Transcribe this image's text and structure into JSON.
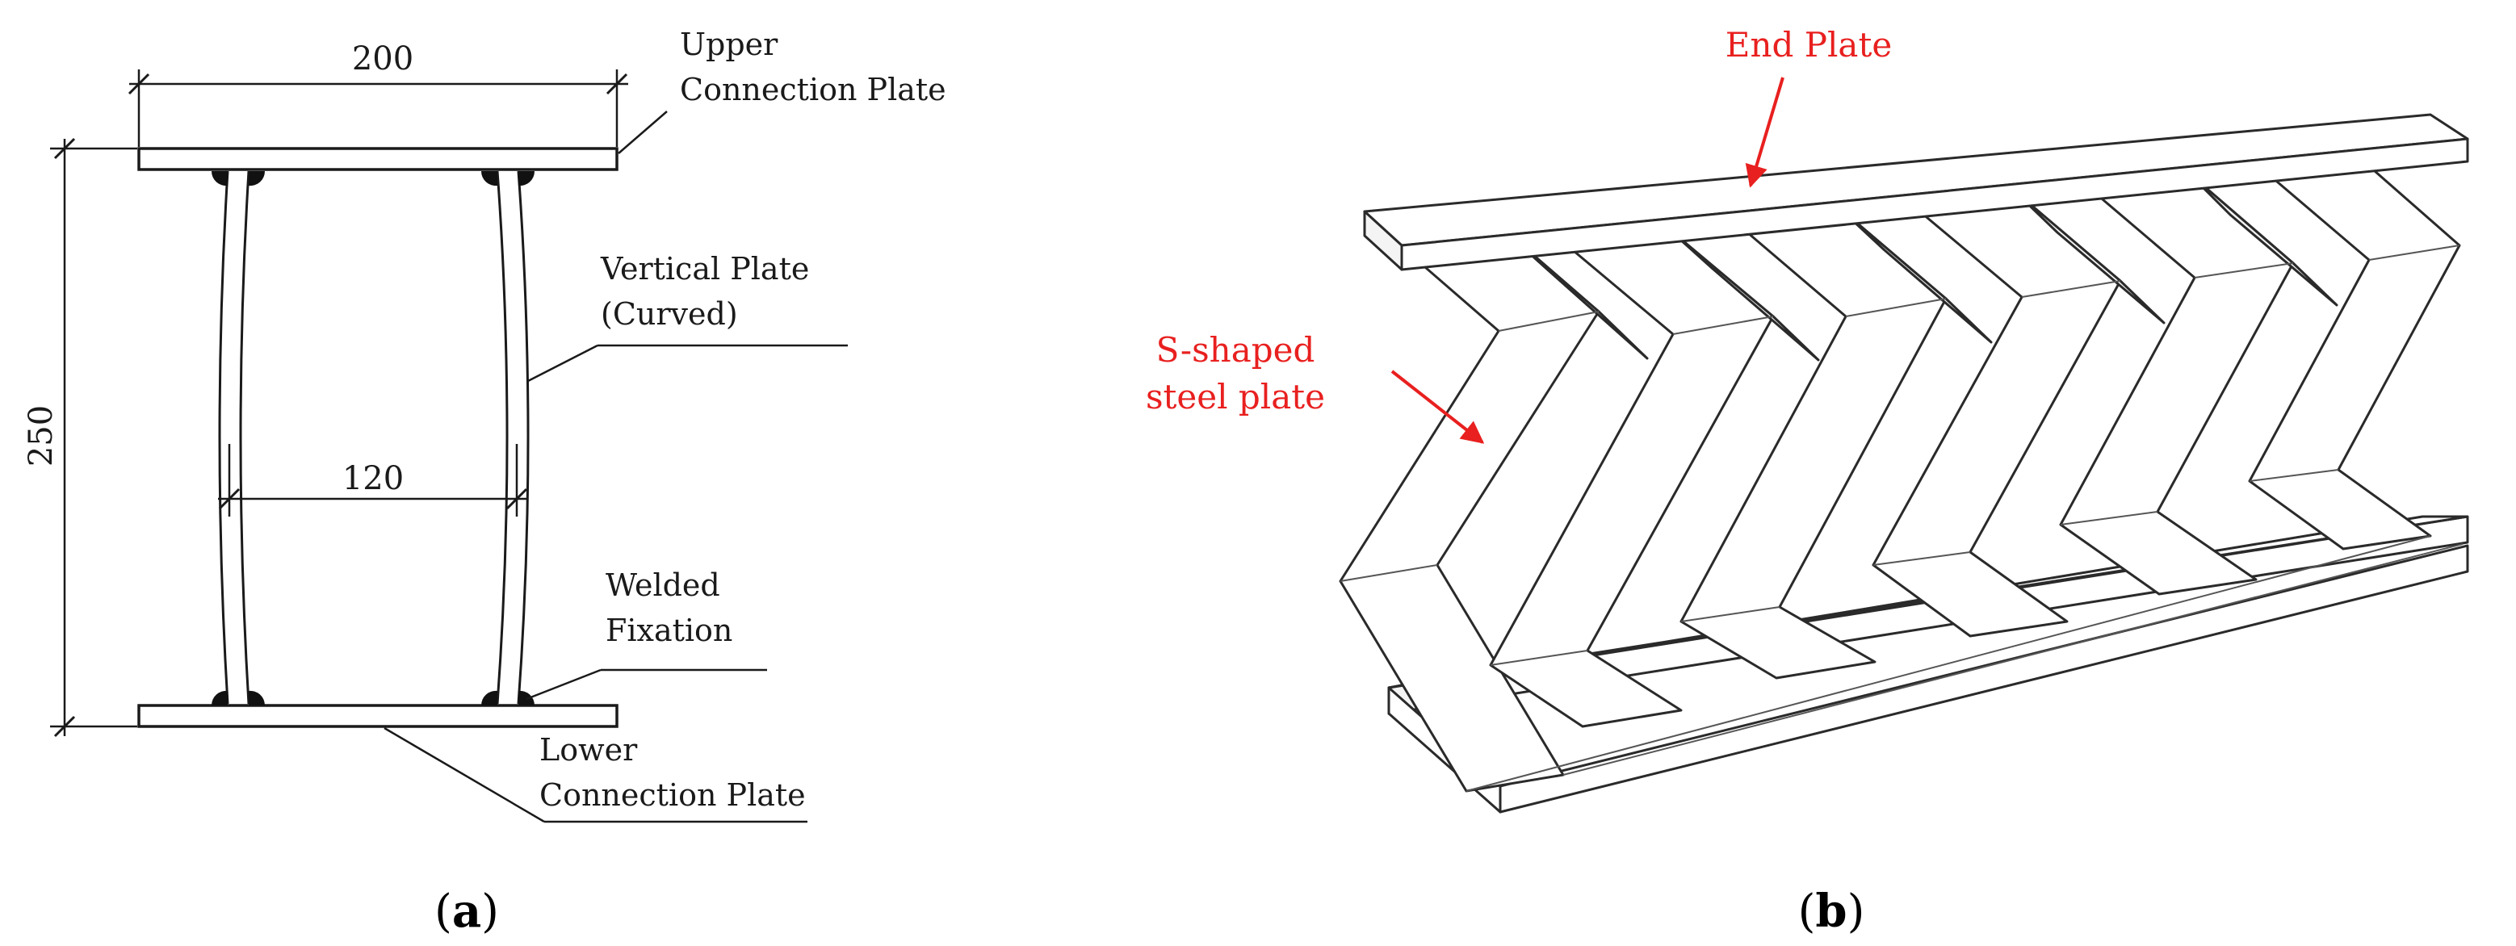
{
  "panel_a": {
    "dim_top": "200",
    "dim_left": "250",
    "dim_middle": "120",
    "labels": {
      "upper_plate": [
        "Upper",
        "Connection Plate"
      ],
      "vertical_plate": [
        "Vertical Plate",
        "(Curved)"
      ],
      "welded": [
        "Welded",
        "Fixation"
      ],
      "lower_plate": [
        "Lower",
        "Connection Plate"
      ]
    },
    "caption_open": "(",
    "caption_letter": "a",
    "caption_close": ")"
  },
  "panel_b": {
    "end_plate_label": "End Plate",
    "s_plate_label": [
      "S-shaped",
      "steel plate"
    ],
    "label_color": "#e8201f",
    "caption_open": "(",
    "caption_letter": "b",
    "caption_close": ")"
  }
}
